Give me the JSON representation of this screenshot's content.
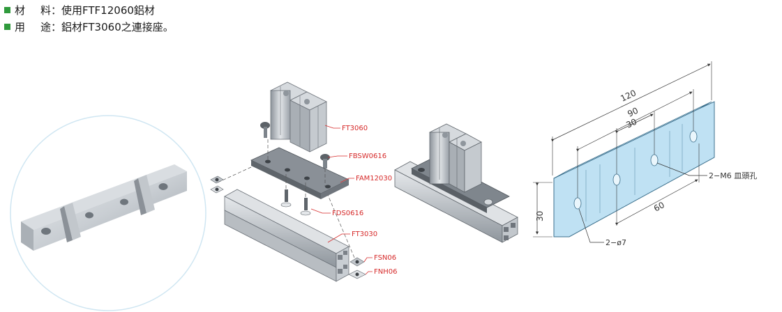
{
  "specs": [
    {
      "key_a": "材",
      "key_b": "料",
      "sep": "：",
      "value": "使用FTF12060鋁材"
    },
    {
      "key_a": "用",
      "key_b": "途",
      "sep": "：",
      "value": "鋁材FT3060之連接座。"
    }
  ],
  "callouts": {
    "ft3060": "FT3060",
    "fbsw0616": "FBSW0616",
    "fam12030": "FAM12030",
    "fds0616": "FDS0616",
    "ft3030": "FT3030",
    "fsn06": "FSN06",
    "fnh06": "FNH06"
  },
  "dimensions": {
    "length_total": "120",
    "hole_outer_spacing": "90",
    "hole_inner_spacing": "30",
    "offset": "60",
    "height": "30",
    "countersink_label": "2−M6 皿頭孔",
    "thru_hole_label": "2−ø7"
  },
  "colors": {
    "bullet": "#2f9a3c",
    "callout": "#d62a2a",
    "part_fill": "#bfe1f3"
  }
}
